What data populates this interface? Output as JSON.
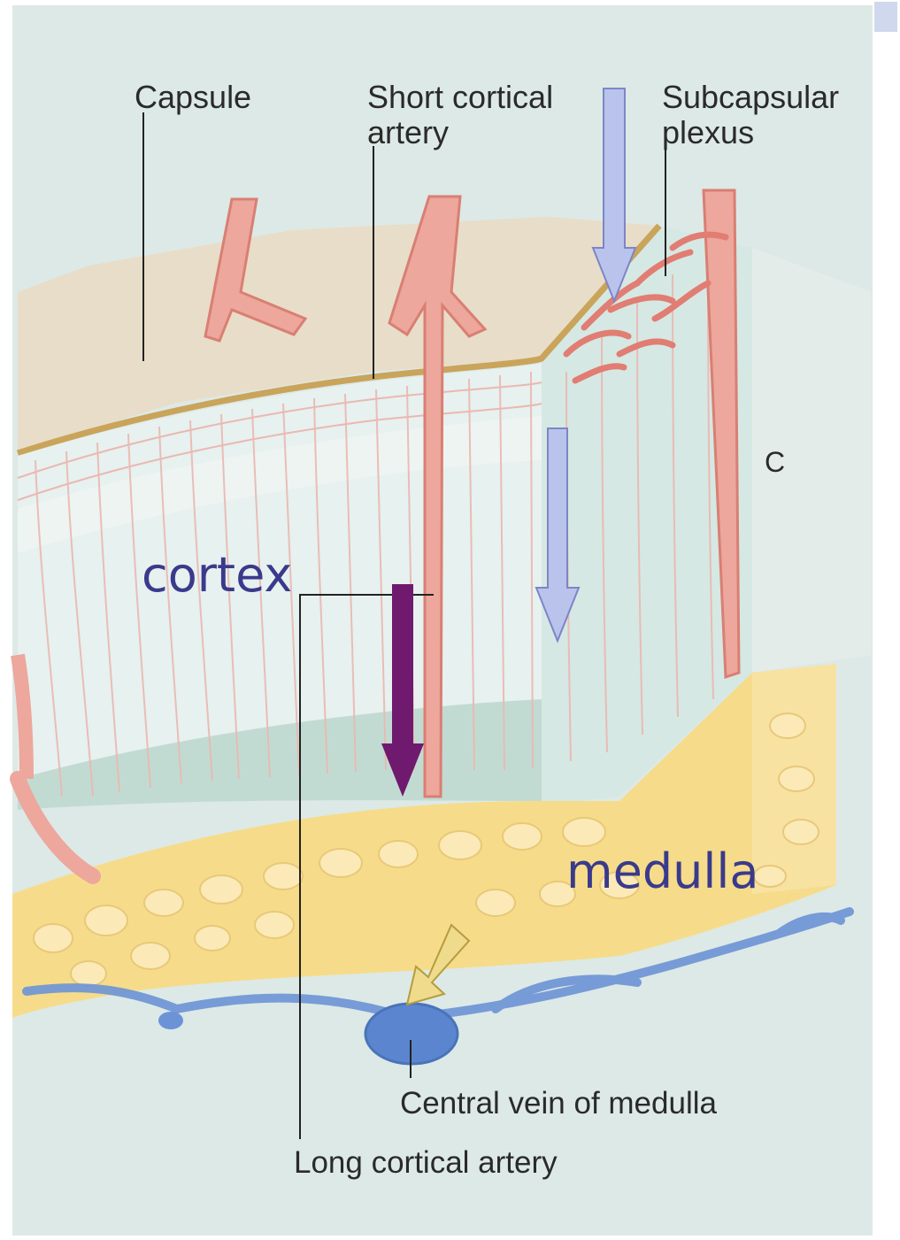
{
  "labels": {
    "capsule": "Capsule",
    "short_cortical_artery_line1": "Short cortical",
    "short_cortical_artery_line2": "artery",
    "subcapsular_plexus_line1": "Subcapsular",
    "subcapsular_plexus_line2": "plexus",
    "c_marker": "C",
    "cortex": "cortex",
    "medulla": "medulla",
    "central_vein": "Central vein of medulla",
    "long_cortical_artery": "Long cortical artery"
  },
  "colors": {
    "background_panel": "#dde9e6",
    "capsule": "#e8ddc8",
    "capsule_edge": "#c9a45a",
    "cortex": "#e7f1ef",
    "cortex_band": "#b9d6cb",
    "vessel": "#eda79c",
    "vessel_stroke": "#d97f73",
    "medulla": "#f6dc8a",
    "vein": "#6b93d6",
    "arrow_light": "#b9c3ec",
    "arrow_dark": "#6f1a6e",
    "arrow_yellow": "#eedc8c",
    "text_dark": "#2a2a2a",
    "text_blue": "#3a3a8c"
  }
}
